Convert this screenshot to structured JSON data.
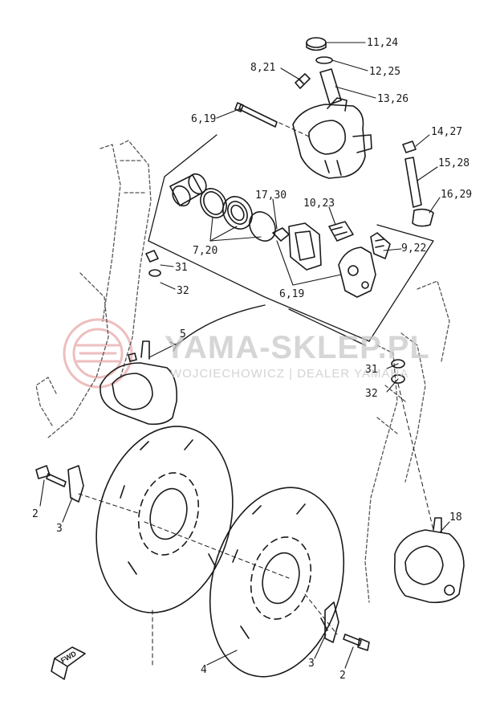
{
  "watermark": {
    "main": "YAMA-SKLEP.PL",
    "sub": "WOJCIECHOWICZ | DEALER YAMAHA"
  },
  "direction_marker": "FWD",
  "callouts": [
    "11,24",
    "12,25",
    "8,21",
    "13,26",
    "6,19",
    "14,27",
    "15,28",
    "17,30",
    "10,23",
    "16,29",
    "7,20",
    "9,22",
    "31",
    "6,19",
    "32",
    "5",
    "31",
    "32",
    "2",
    "3",
    "18",
    "3",
    "2",
    "4"
  ]
}
